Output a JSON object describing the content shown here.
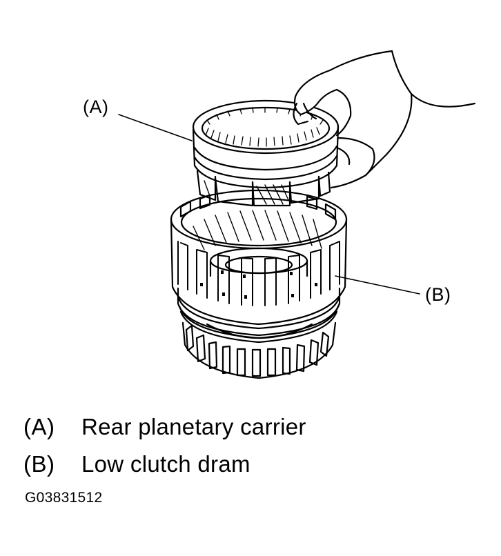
{
  "callouts": {
    "a": "(A)",
    "b": "(B)"
  },
  "legend": [
    {
      "key": "(A)",
      "text": "Rear planetary carrier"
    },
    {
      "key": "(B)",
      "text": "Low clutch dram"
    }
  ],
  "figure_code": "G03831512"
}
